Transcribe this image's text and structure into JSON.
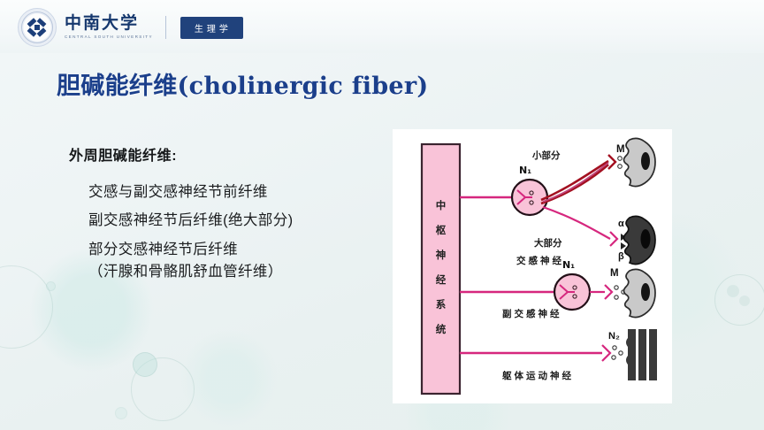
{
  "header": {
    "university_cn": "中南大学",
    "university_en": "CENTRAL SOUTH UNIVERSITY",
    "course_badge": "生理学",
    "logo_icon": "university-seal-icon"
  },
  "title": "胆碱能纤维(cholinergic fiber)",
  "content": {
    "lead": "外周胆碱能纤维:",
    "bullets": [
      "交感与副交感神经节前纤维",
      "副交感神经节后纤维(绝大部分)",
      "部分交感神经节后纤维",
      "（汗腺和骨骼肌舒血管纤维）"
    ]
  },
  "diagram": {
    "cns_label": "中枢神经系统",
    "cns_label_chars": [
      "中",
      "枢",
      "神",
      "经",
      "系",
      "统"
    ],
    "pathways": [
      {
        "name": "sympathetic",
        "ganglion_receptor": "N₁",
        "branch_minor_label": "小部分",
        "branch_major_label": "大部分",
        "nerve_label": "交感神经",
        "target_receptors_minor": "M",
        "target_receptors_major_alpha": "α",
        "target_receptors_major_beta": "β"
      },
      {
        "name": "parasympathetic",
        "ganglion_receptor": "N₁",
        "nerve_label": "副交感神经",
        "target_receptor": "M"
      },
      {
        "name": "somatic-motor",
        "nerve_label": "躯体运动神经",
        "target_receptor": "N₂"
      }
    ]
  },
  "colors": {
    "title_blue": "#1b3f8b",
    "badge_navy": "#20427c",
    "cns_pink": "#f9c3d8",
    "nerve_magenta": "#d6277e",
    "sympathetic_dark_red": "#a31020",
    "cell_light_gray": "#c9c9c9",
    "cell_dark": "#3a3a3a",
    "background": "#eef3f5"
  }
}
